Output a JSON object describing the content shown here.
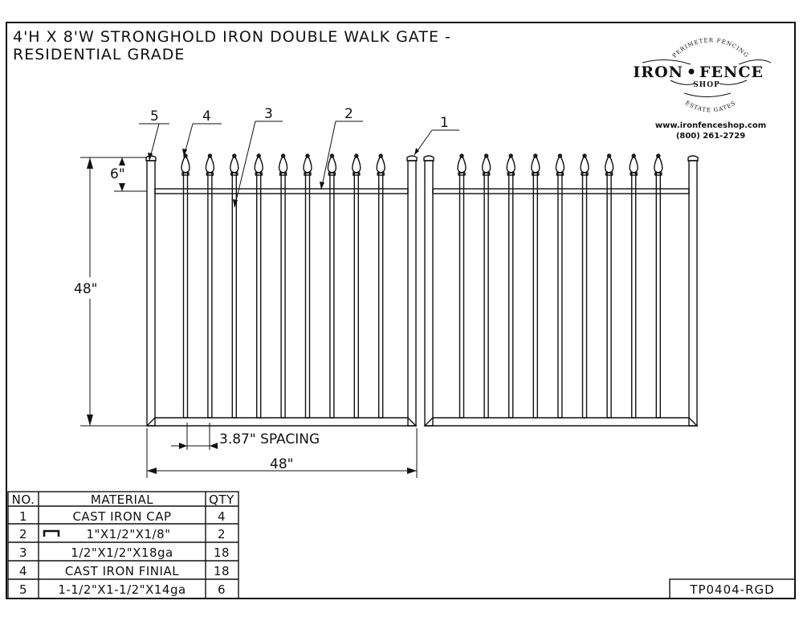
{
  "title": {
    "line1": "4'H X 8'W STRONGHOLD IRON DOUBLE WALK GATE -",
    "line2": "RESIDENTIAL GRADE"
  },
  "logo": {
    "top_arc": "PERIMETER FENCING",
    "name_left": "IRON",
    "name_right": "FENCE",
    "shop": "SHOP",
    "bottom_arc": "ESTATE GATES"
  },
  "contact": {
    "website": "www.ironfenceshop.com",
    "phone": "(800) 261-2729"
  },
  "dimensions": {
    "height": "48\"",
    "top_offset": "6\"",
    "spacing": "3.87\" SPACING",
    "width": "48\""
  },
  "callouts": [
    "1",
    "2",
    "3",
    "4",
    "5"
  ],
  "parts_table": {
    "headers": {
      "no": "NO.",
      "material": "MATERIAL",
      "qty": "QTY"
    },
    "rows": [
      {
        "no": "1",
        "material": "CAST IRON CAP",
        "qty": "4"
      },
      {
        "no": "2",
        "material": "1\"X1/2\"X1/8\"",
        "qty": "2"
      },
      {
        "no": "3",
        "material": "1/2\"X1/2\"X18ga",
        "qty": "18"
      },
      {
        "no": "4",
        "material": "CAST IRON FINIAL",
        "qty": "18"
      },
      {
        "no": "5",
        "material": "1-1/2\"X1-1/2\"X14ga",
        "qty": "6"
      }
    ]
  },
  "drawing_code": "TP0404-RGD"
}
